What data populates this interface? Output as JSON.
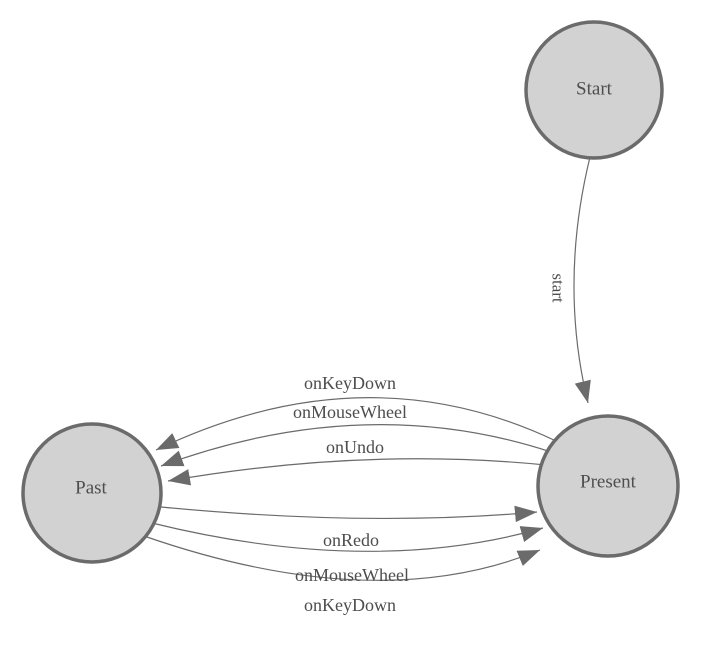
{
  "diagram": {
    "type": "state-machine",
    "colors": {
      "background": "#ffffff",
      "node_fill": "#d2d2d2",
      "node_stroke": "#6b6b6b",
      "edge": "#6b6b6b",
      "text": "#4d4d4d"
    },
    "nodes": [
      {
        "id": "start",
        "label": "Start"
      },
      {
        "id": "present",
        "label": "Present"
      },
      {
        "id": "past",
        "label": "Past"
      }
    ],
    "edges": [
      {
        "from": "Start",
        "to": "Present",
        "label": "start"
      },
      {
        "from": "Present",
        "to": "Past",
        "label": "onKeyDown"
      },
      {
        "from": "Present",
        "to": "Past",
        "label": "onMouseWheel"
      },
      {
        "from": "Present",
        "to": "Past",
        "label": "onUndo"
      },
      {
        "from": "Past",
        "to": "Present",
        "label": "onRedo"
      },
      {
        "from": "Past",
        "to": "Present",
        "label": "onMouseWheel"
      },
      {
        "from": "Past",
        "to": "Present",
        "label": "onKeyDown"
      }
    ]
  }
}
